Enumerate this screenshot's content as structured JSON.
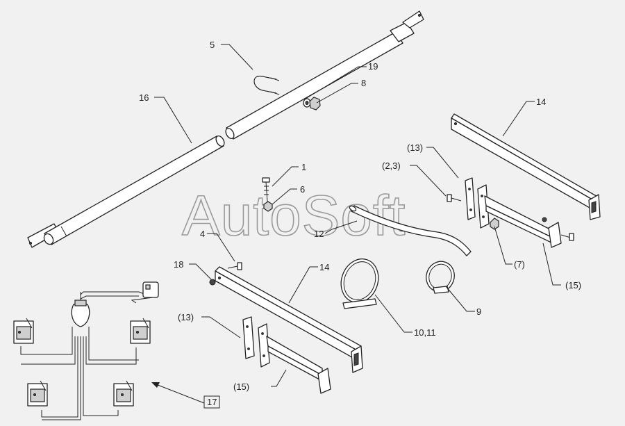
{
  "watermark": "AutoSoft",
  "callouts": {
    "c5": "5",
    "c19": "19",
    "c8": "8",
    "c16": "16",
    "c14_top": "14",
    "c13_top": "(13)",
    "c23": "(2,3)",
    "c1": "1",
    "c6": "6",
    "c12": "12",
    "c4": "4",
    "c7": "(7)",
    "c15_right": "(15)",
    "c18": "18",
    "c14_mid": "14",
    "c13_left": "(13)",
    "c15_left": "(15)",
    "c1011": "10,11",
    "c9": "9",
    "c17": "17"
  }
}
